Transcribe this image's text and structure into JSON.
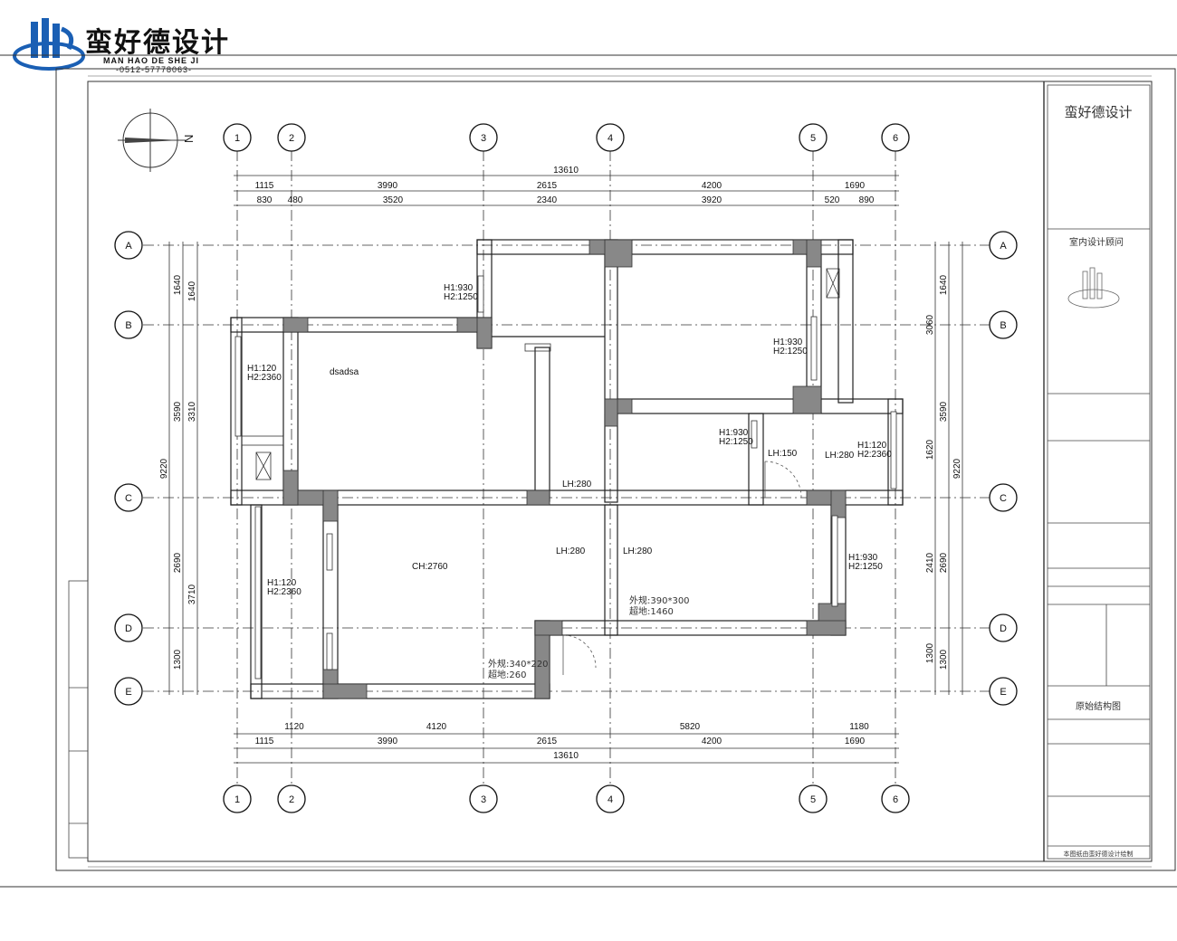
{
  "brand": {
    "name": "蛮好德设计",
    "name_en": "MAN HAO DE SHE JI",
    "phone": "-0512-57778063-",
    "color": "#1a5fb4"
  },
  "compass": {
    "label": "N"
  },
  "axes": {
    "cols": [
      "1",
      "2",
      "3",
      "4",
      "5",
      "6"
    ],
    "rows": [
      "A",
      "B",
      "C",
      "D",
      "E"
    ]
  },
  "dims": {
    "top_total": "13610",
    "top_main": [
      "1115",
      "3990",
      "2615",
      "4200",
      "1690"
    ],
    "top_sub": [
      "830",
      "480",
      "3520",
      "2340",
      "3920",
      "520",
      "890"
    ],
    "bottom_total": "13610",
    "bottom_main": [
      "1115",
      "3990",
      "2615",
      "4200",
      "1690"
    ],
    "bottom_sub": [
      "1120",
      "4120",
      "5820",
      "1180"
    ],
    "left_total": "9220",
    "left_outer": [
      "1640",
      "3590",
      "2690",
      "1300"
    ],
    "left_inner": [
      "1640",
      "3310",
      "3710"
    ],
    "right_total": "9220",
    "right_outer": [
      "1640",
      "3590",
      "2690",
      "1300"
    ],
    "right_inner": [
      "3060",
      "1620",
      "2410",
      "1300"
    ]
  },
  "labels": {
    "win1": "H1:930",
    "win1b": "H2:1250",
    "win2": "H1:930",
    "win2b": "H2:1250",
    "win3": "H1:120",
    "win3b": "H2:2360",
    "room1": "dsadsa",
    "win4": "H1:930",
    "win4b": "H2:1250",
    "lh150": "LH:150",
    "lh280a": "LH:280",
    "win5": "H1:120",
    "win5b": "H2:2360",
    "lh280b": "LH:280",
    "win6": "H1:120",
    "win6b": "H2:2360",
    "ch": "CH:2760",
    "lh280c": "LH:280",
    "lh280d": "LH:280",
    "win7": "H1:930",
    "win7b": "H2:1250",
    "pipe1": "外规:390*300",
    "pipe1b": "超地:1460",
    "pipe2": "外规:340*220",
    "pipe2b": "超地:260"
  },
  "title_block": {
    "company_logo_text": "蛮好德设计",
    "consultant": "室内设计顾问",
    "project": "原始结构图",
    "footer": "本图纸由蛮好德设计绘制"
  }
}
